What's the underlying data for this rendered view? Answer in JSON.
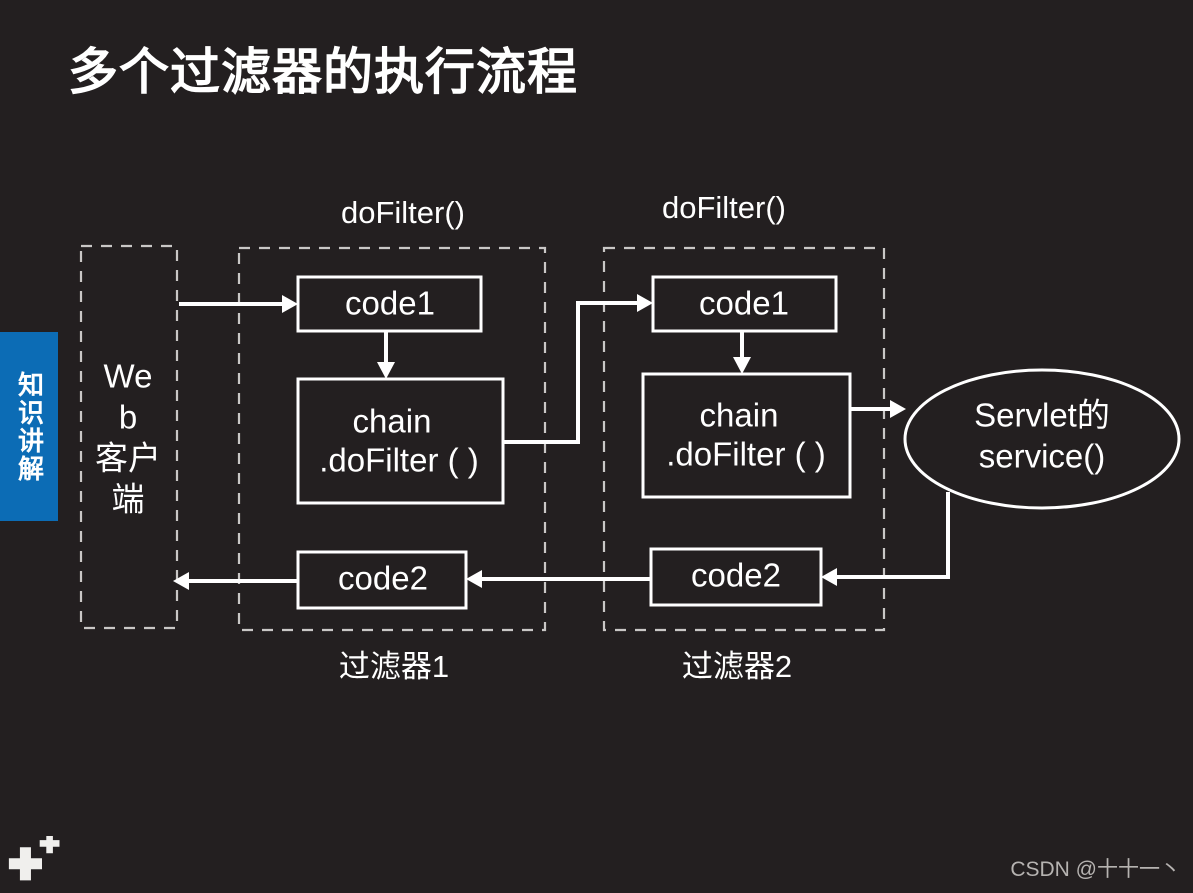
{
  "slide": {
    "title": "多个过滤器的执行流程",
    "background_color": "#231f20",
    "foreground_color": "#ffffff"
  },
  "side_badge": {
    "label": "知识讲解",
    "color": "#0c6cb5"
  },
  "diagram": {
    "type": "flowchart",
    "client": {
      "line1": "We",
      "line2": "b",
      "line3": "客户",
      "line4": "端"
    },
    "filters": [
      {
        "top_label": "doFilter()",
        "bottom_label": "过滤器1",
        "code1": "code1",
        "chain_line1": "chain",
        "chain_line2": ".doFilter ( )",
        "code2": "code2"
      },
      {
        "top_label": "doFilter()",
        "bottom_label": "过滤器2",
        "code1": "code1",
        "chain_line1": "chain",
        "chain_line2": ".doFilter ( )",
        "code2": "code2"
      }
    ],
    "servlet": {
      "line1": "Servlet的",
      "line2": "service()"
    }
  },
  "footer": {
    "watermark": "CSDN @十十一丶",
    "logo_name": "double-plus-logo"
  }
}
